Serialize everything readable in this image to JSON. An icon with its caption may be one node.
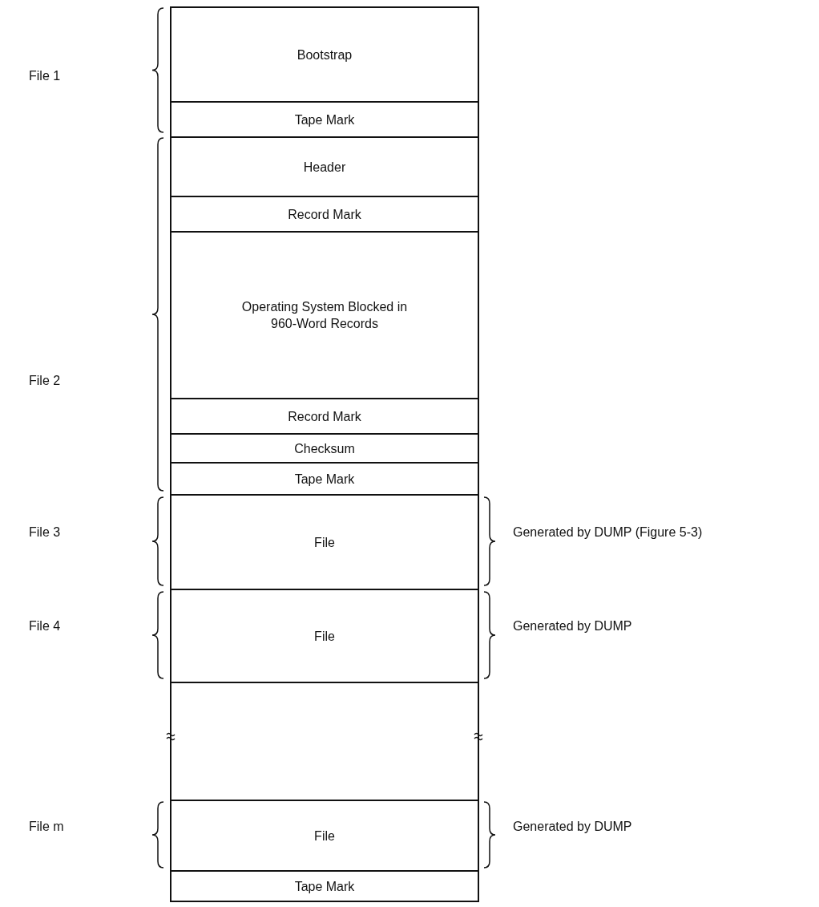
{
  "diagram": {
    "nodes": [
      {
        "text": [
          "Bootstrap"
        ]
      },
      {
        "text": [
          "Tape Mark"
        ]
      },
      {
        "text": [
          "Header"
        ]
      },
      {
        "text": [
          "Record Mark"
        ]
      },
      {
        "text": [
          "Operating System Blocked in 960-Word Records"
        ]
      },
      {
        "text": [
          "Record Mark"
        ]
      },
      {
        "text": [
          "Checksum"
        ]
      },
      {
        "text": [
          "Tape Mark"
        ]
      },
      {
        "text": [
          "File"
        ]
      },
      {
        "text": [
          "File"
        ]
      },
      {
        "text": [],
        "shape": "box"
      },
      {
        "text": [
          "File"
        ]
      },
      {
        "text": [
          "Tape Mark"
        ]
      }
    ],
    "edges": [],
    "labels": [
      "File 1",
      "File 2",
      "File 3",
      "Generated by DUMP (Figure 5-3)",
      "File 4",
      "Generated by DUMP",
      "File m",
      "Generated by DUMP"
    ]
  }
}
